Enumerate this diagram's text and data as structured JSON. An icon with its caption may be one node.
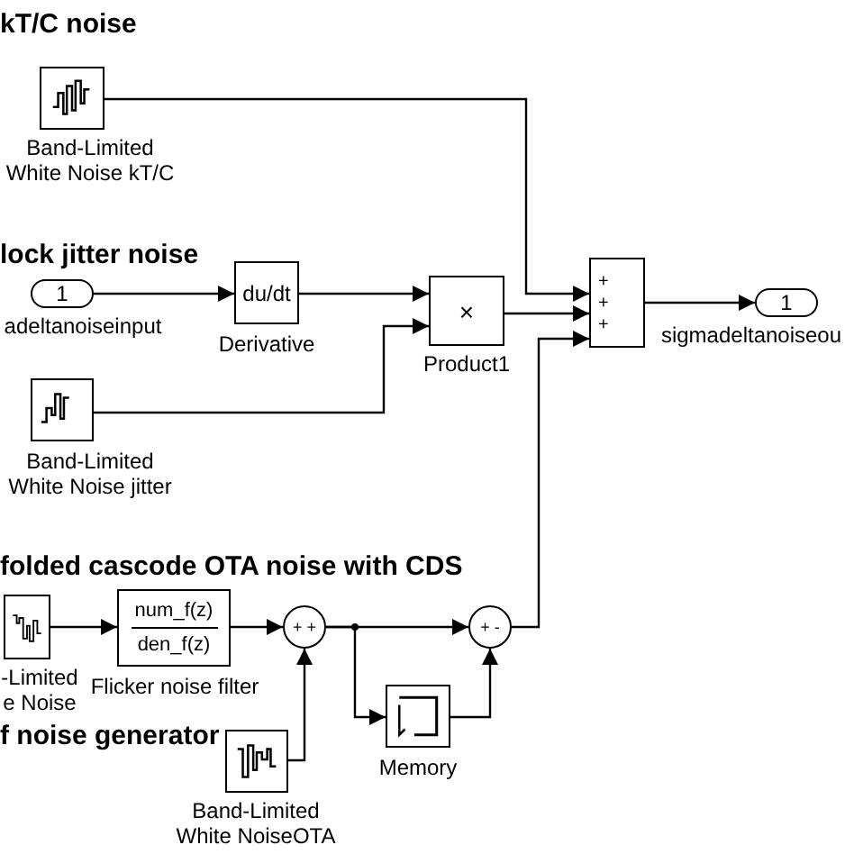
{
  "diagram": {
    "nodes": [
      {
        "text": [
          "Band-Limited White Noise kT/C"
        ]
      },
      {
        "text": [
          "1",
          "adeltanoiseinput"
        ]
      },
      {
        "text": [
          "du/dt",
          "Derivative"
        ]
      },
      {
        "text": [
          "Band-Limited White Noise jitter"
        ]
      },
      {
        "text": [
          "×",
          "Product1"
        ]
      },
      {
        "text": [
          "+ + +"
        ]
      },
      {
        "text": [
          "1",
          "sigmadeltanoiseou"
        ]
      },
      {
        "text": [
          "-Limited e Noise"
        ]
      },
      {
        "text": [
          "num_f(z)",
          "den_f(z)",
          "Flicker noise filter"
        ]
      },
      {
        "text": [
          "+ +"
        ]
      },
      {
        "text": [
          "Band-Limited White NoiseOTA"
        ]
      },
      {
        "text": [
          "+ -"
        ]
      },
      {
        "text": [
          "Memory"
        ]
      }
    ],
    "edges": [
      {
        "from": 0,
        "to": 5,
        "arrow": "to"
      },
      {
        "from": 1,
        "to": 2,
        "arrow": "to"
      },
      {
        "from": 2,
        "to": 4,
        "arrow": "to"
      },
      {
        "from": 3,
        "to": 4,
        "arrow": "to"
      },
      {
        "from": 4,
        "to": 5,
        "arrow": "to"
      },
      {
        "from": 5,
        "to": 6,
        "arrow": "to"
      },
      {
        "from": 7,
        "to": 8,
        "arrow": "to"
      },
      {
        "from": 8,
        "to": 9,
        "arrow": "to"
      },
      {
        "from": 10,
        "to": 9,
        "arrow": "to"
      },
      {
        "from": 9,
        "to": 11,
        "arrow": "to"
      },
      {
        "from": 9,
        "to": 12,
        "arrow": "to"
      },
      {
        "from": 12,
        "to": 11,
        "arrow": "to"
      },
      {
        "from": 11,
        "to": 5,
        "arrow": "to"
      }
    ],
    "labels": [
      "kT/C noise",
      "lock jitter noise",
      "folded cascode OTA noise with CDS",
      "f noise generator"
    ]
  }
}
